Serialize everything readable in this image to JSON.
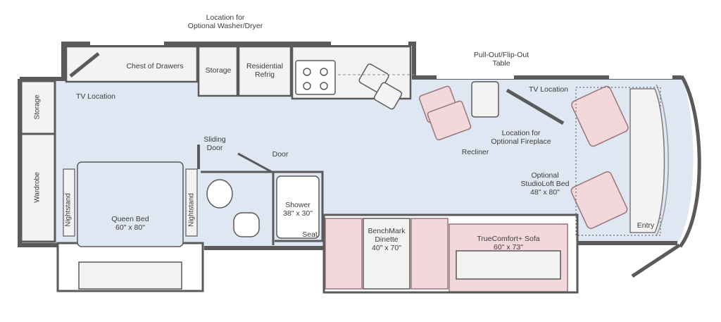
{
  "floorplan": {
    "colors": {
      "interior": "#dfe7f3",
      "wall": "#5a5a5a",
      "furniture": "#f2d7db",
      "furniture_stroke": "#9a7478",
      "fixture": "#f3f3f3"
    },
    "labels": {
      "washer_dryer": [
        "Location for",
        "Optional Washer/Dryer"
      ],
      "chest_of_drawers": "Chest of Drawers",
      "storage_top": "Storage",
      "residential_refrig": [
        "Residential",
        "Refrig"
      ],
      "pullout_table": [
        "Pull-Out/Flip-Out",
        "Table"
      ],
      "tv_location_left": "TV Location",
      "tv_location_right": "TV Location",
      "storage_left": "Storage",
      "wardrobe": "Wardrobe",
      "sliding_door": [
        "Sliding",
        "Door"
      ],
      "door": "Door",
      "recliner": "Recliner",
      "fireplace": [
        "Location for",
        "Optional Fireplace"
      ],
      "studioloft": [
        "Optional",
        "StudioLoft Bed",
        "48\" x 80\""
      ],
      "nightstand_left": "Nightstand",
      "nightstand_right": "Nightstand",
      "queen_bed": [
        "Queen Bed",
        "60\" x 80\""
      ],
      "shower": [
        "Shower",
        "38\" x 30\""
      ],
      "seat": "Seat",
      "dinette": [
        "BenchMark",
        "Dinette",
        "40\" x 70\""
      ],
      "sofa": [
        "TrueComfort+ Sofa",
        "60\" x 73\""
      ],
      "entry": "Entry"
    }
  }
}
